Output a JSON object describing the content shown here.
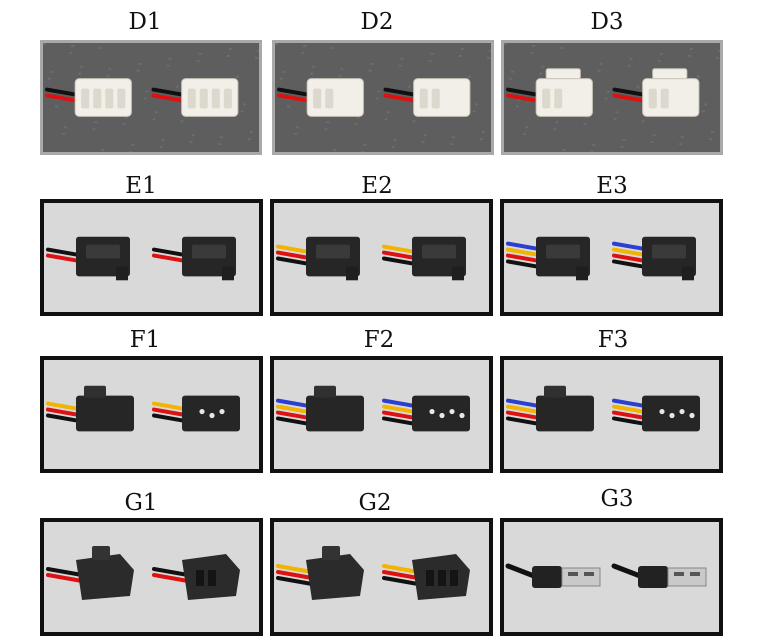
{
  "rows": [
    {
      "style": "grey",
      "labels": [
        "D1",
        "D2",
        "D3"
      ]
    },
    {
      "style": "black",
      "labels": [
        "E1",
        "E2",
        "E3"
      ]
    },
    {
      "style": "black",
      "labels": [
        "F1",
        "F2",
        "F3"
      ]
    },
    {
      "style": "black",
      "labels": [
        "G1",
        "G2",
        "G3"
      ]
    }
  ],
  "photos": {
    "D1": {
      "kind": "molex4",
      "wires": [
        "#111",
        "#d11"
      ]
    },
    "D2": {
      "kind": "molex2",
      "wires": [
        "#111",
        "#d11"
      ]
    },
    "D3": {
      "kind": "latch2",
      "wires": [
        "#111",
        "#d11"
      ]
    },
    "E1": {
      "kind": "jst2",
      "wires": [
        "#111",
        "#d11"
      ]
    },
    "E2": {
      "kind": "jst3",
      "wires": [
        "#f1b400",
        "#d11",
        "#111"
      ]
    },
    "E3": {
      "kind": "jst4",
      "wires": [
        "#2b3fd0",
        "#f1b400",
        "#d11",
        "#111"
      ]
    },
    "F1": {
      "kind": "dupont3",
      "wires": [
        "#f1b400",
        "#d11",
        "#111"
      ]
    },
    "F2": {
      "kind": "dupont4",
      "wires": [
        "#2b3fd0",
        "#f1b400",
        "#d11",
        "#111"
      ]
    },
    "F3": {
      "kind": "dupont4",
      "wires": [
        "#2b3fd0",
        "#f1b400",
        "#d11",
        "#111"
      ]
    },
    "G1": {
      "kind": "sm2",
      "wires": [
        "#111",
        "#d11"
      ]
    },
    "G2": {
      "kind": "sm3",
      "wires": [
        "#f1b400",
        "#d11",
        "#111"
      ]
    },
    "G3": {
      "kind": "usb",
      "wires": [
        "#111"
      ]
    }
  }
}
